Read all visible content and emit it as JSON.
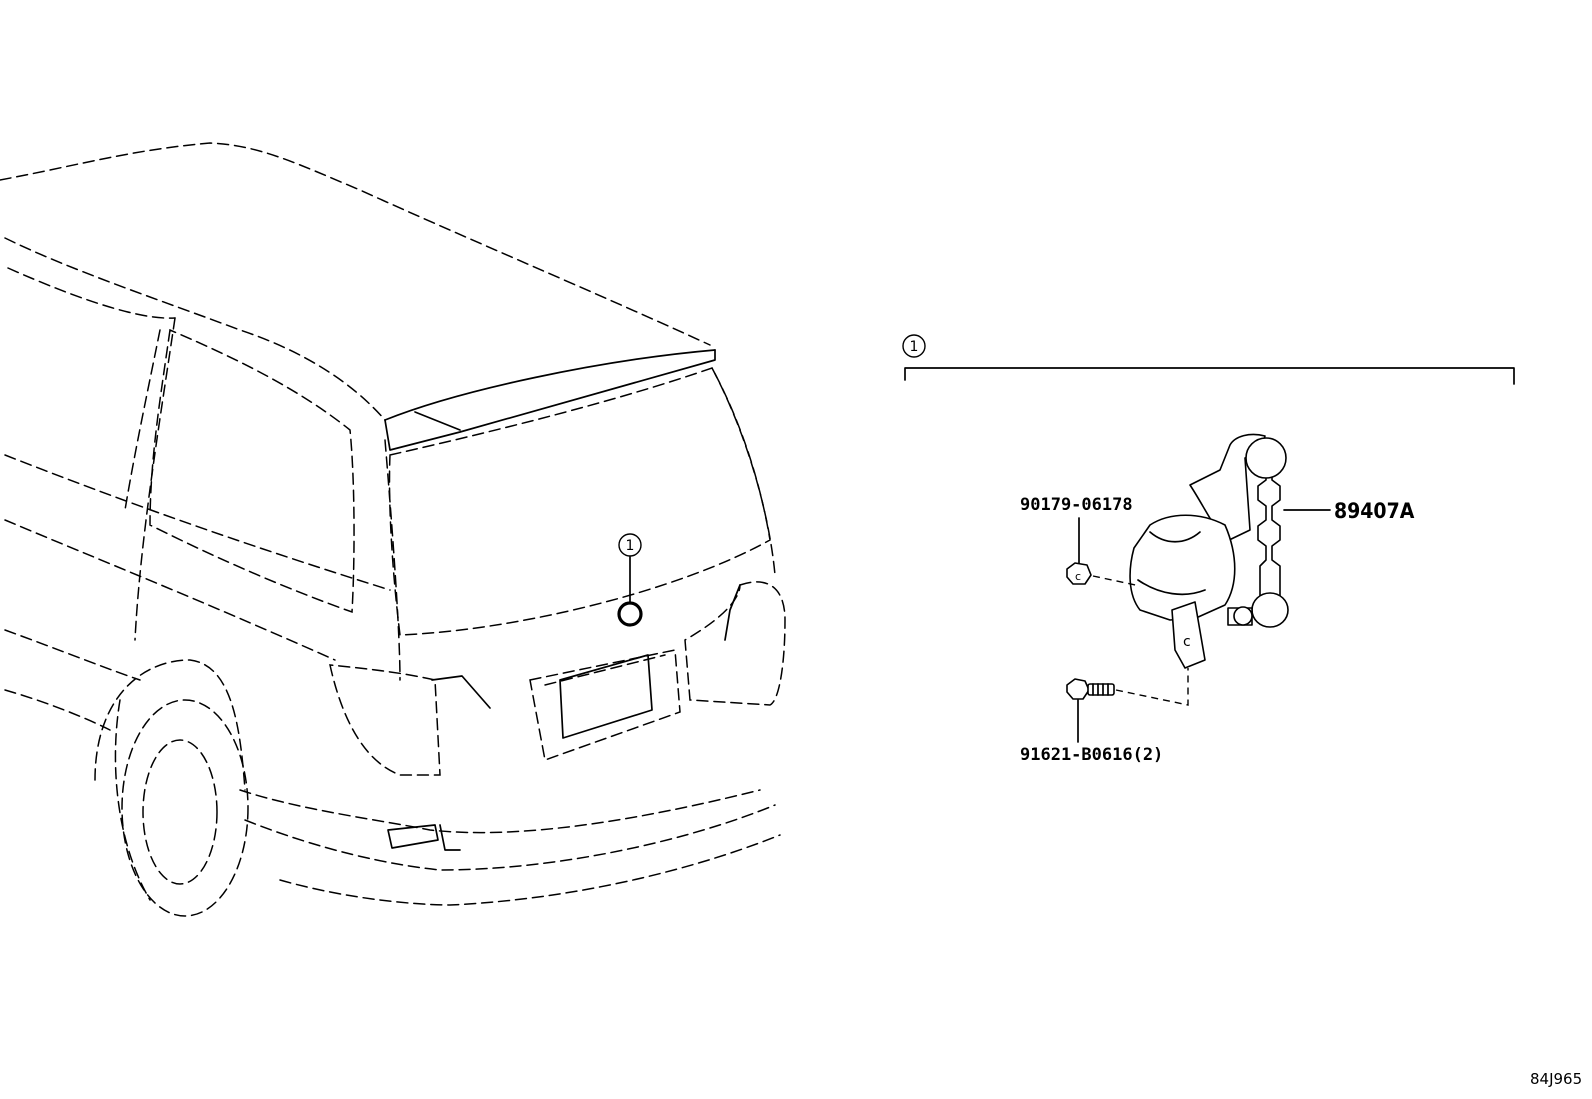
{
  "diagram": {
    "ref_marker": "1",
    "figure_id": "84J965",
    "callouts": {
      "sensor": "89407A",
      "nut": "90179-06178",
      "bolt": "91621-B0616(2)"
    }
  }
}
